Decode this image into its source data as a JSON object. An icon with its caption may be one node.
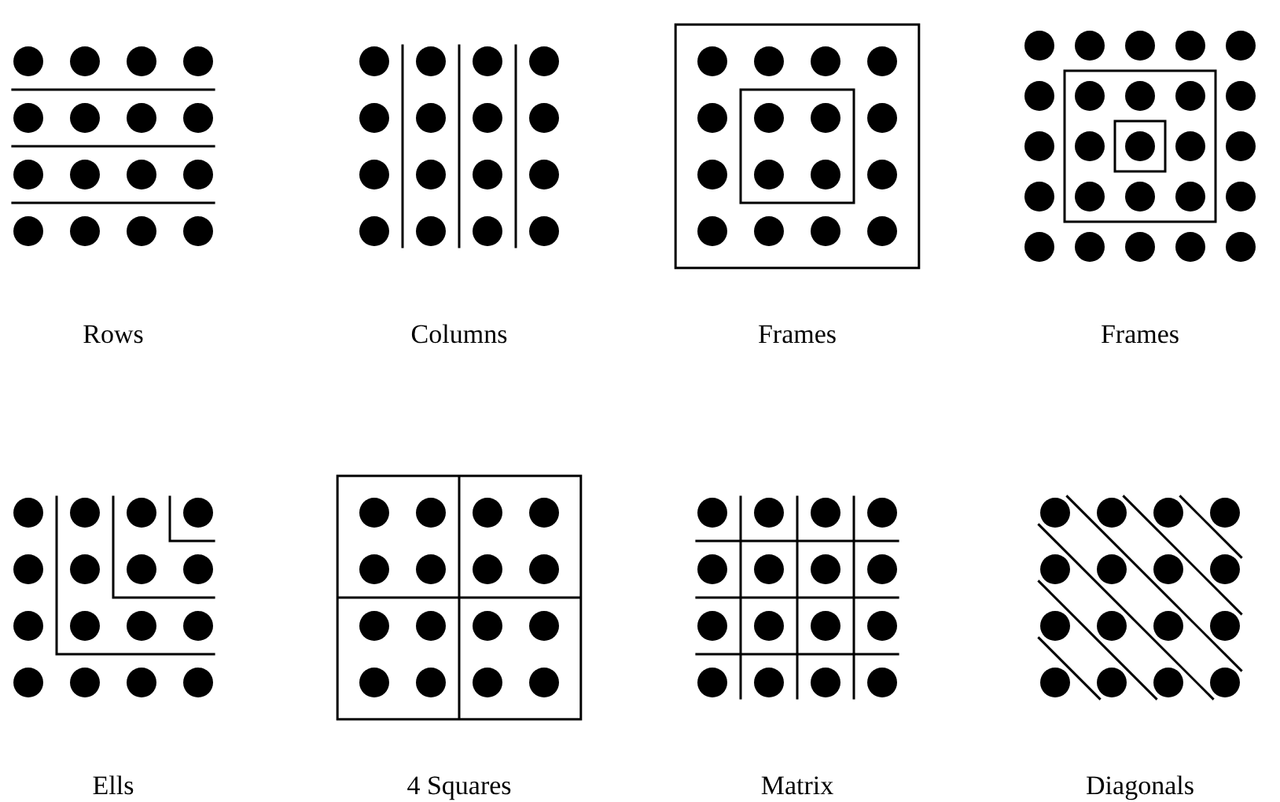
{
  "diagram": {
    "labels": [
      "Rows",
      "Columns",
      "Frames",
      "Frames",
      "Ells",
      "4 Squares",
      "Matrix",
      "Diagonals"
    ]
  }
}
